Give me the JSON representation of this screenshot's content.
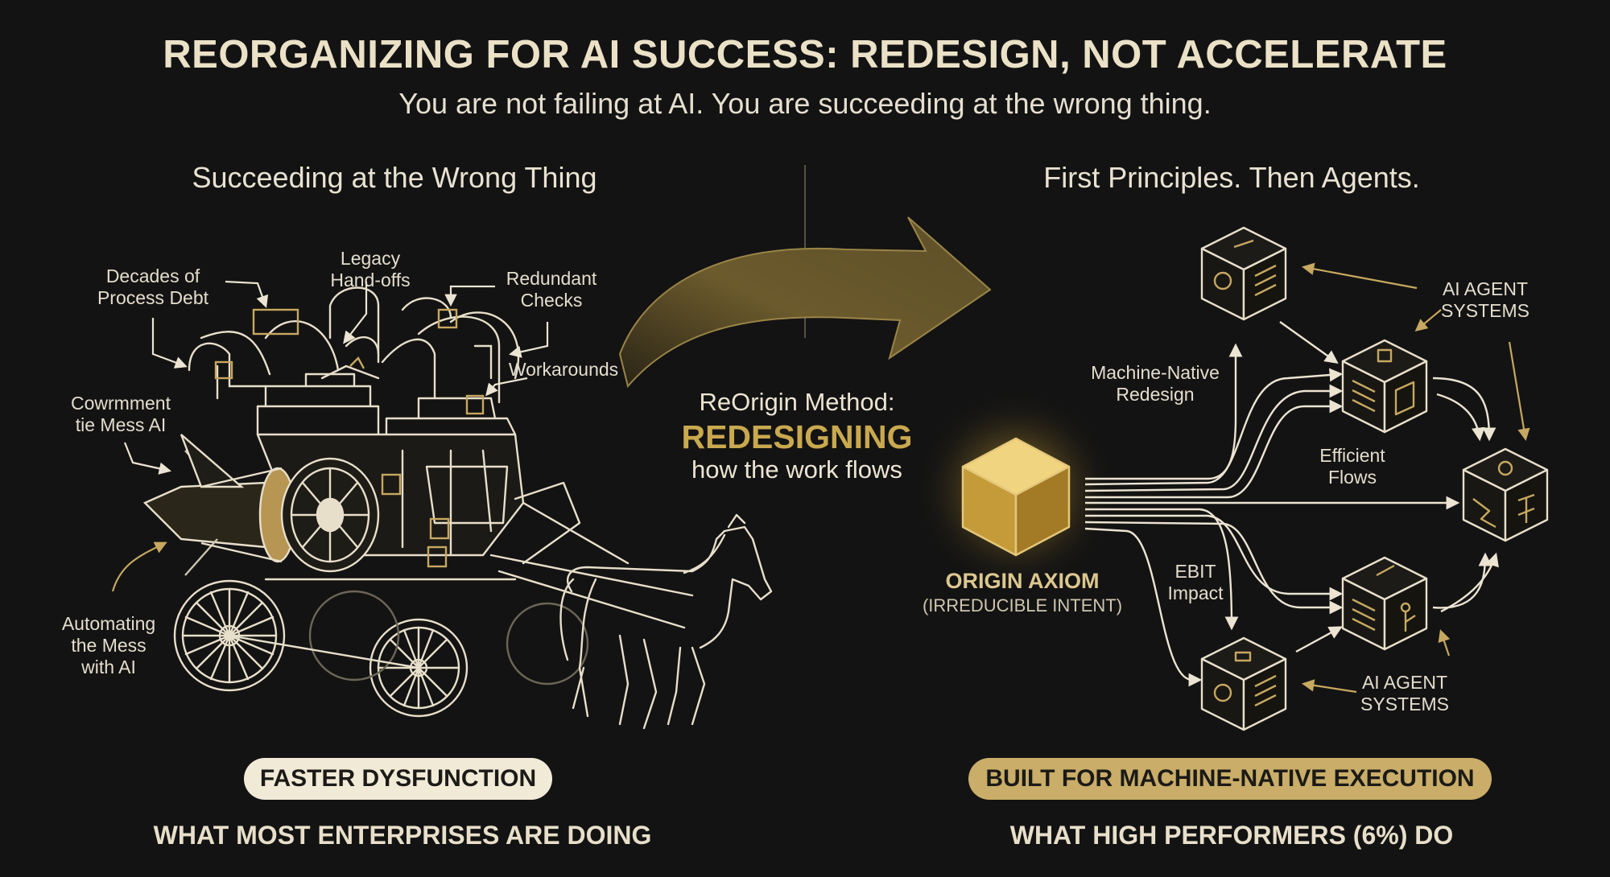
{
  "header": {
    "title": "REORGANIZING FOR AI SUCCESS: REDESIGN, NOT ACCELERATE",
    "subtitle": "You are not failing at AI. You are succeeding at the wrong thing."
  },
  "left": {
    "heading": "Succeeding at the Wrong Thing",
    "labels": {
      "decades": "Decades of\nProcess Debt",
      "legacy": "Legacy\nHand-offs",
      "redundant": "Redundant\nChecks",
      "workarounds": "Workarounds",
      "cowrmment": "Cowrmment\ntie Mess AI",
      "automating": "Automating\nthe Mess\nwith AI"
    },
    "pill": "FASTER DYSFUNCTION",
    "footer": "WHAT MOST ENTERPRISES ARE DOING"
  },
  "center": {
    "method": "ReOrigin Method:",
    "redesigning": "REDESIGNING",
    "flows": "how the work flows"
  },
  "right": {
    "heading": "First Principles. Then Agents.",
    "labels": {
      "machine_native": "Machine-Native\nRedesign",
      "efficient": "Efficient\nFlows",
      "ebit": "EBIT\nImpact",
      "agents_top": "AI AGENT\nSYSTEMS",
      "agents_bottom": "AI AGENT\nSYSTEMS",
      "origin_title": "ORIGIN AXIOM",
      "origin_sub": "(IRREDUCIBLE INTENT)"
    },
    "pill": "BUILT FOR MACHINE-NATIVE EXECUTION",
    "footer": "WHAT HIGH PERFORMERS (6%) DO"
  },
  "colors": {
    "background": "#131313",
    "gold": "#c7a860",
    "gold_dark": "#8b7434",
    "line": "#ece4d2",
    "pill_light": "#f1ead7",
    "pill_gold": "#c9ad68"
  },
  "icons": [
    "carriage-icon",
    "jet-engine-icon",
    "horse-icon",
    "curved-arrow-icon",
    "origin-cube-icon",
    "agent-cube-icon"
  ]
}
